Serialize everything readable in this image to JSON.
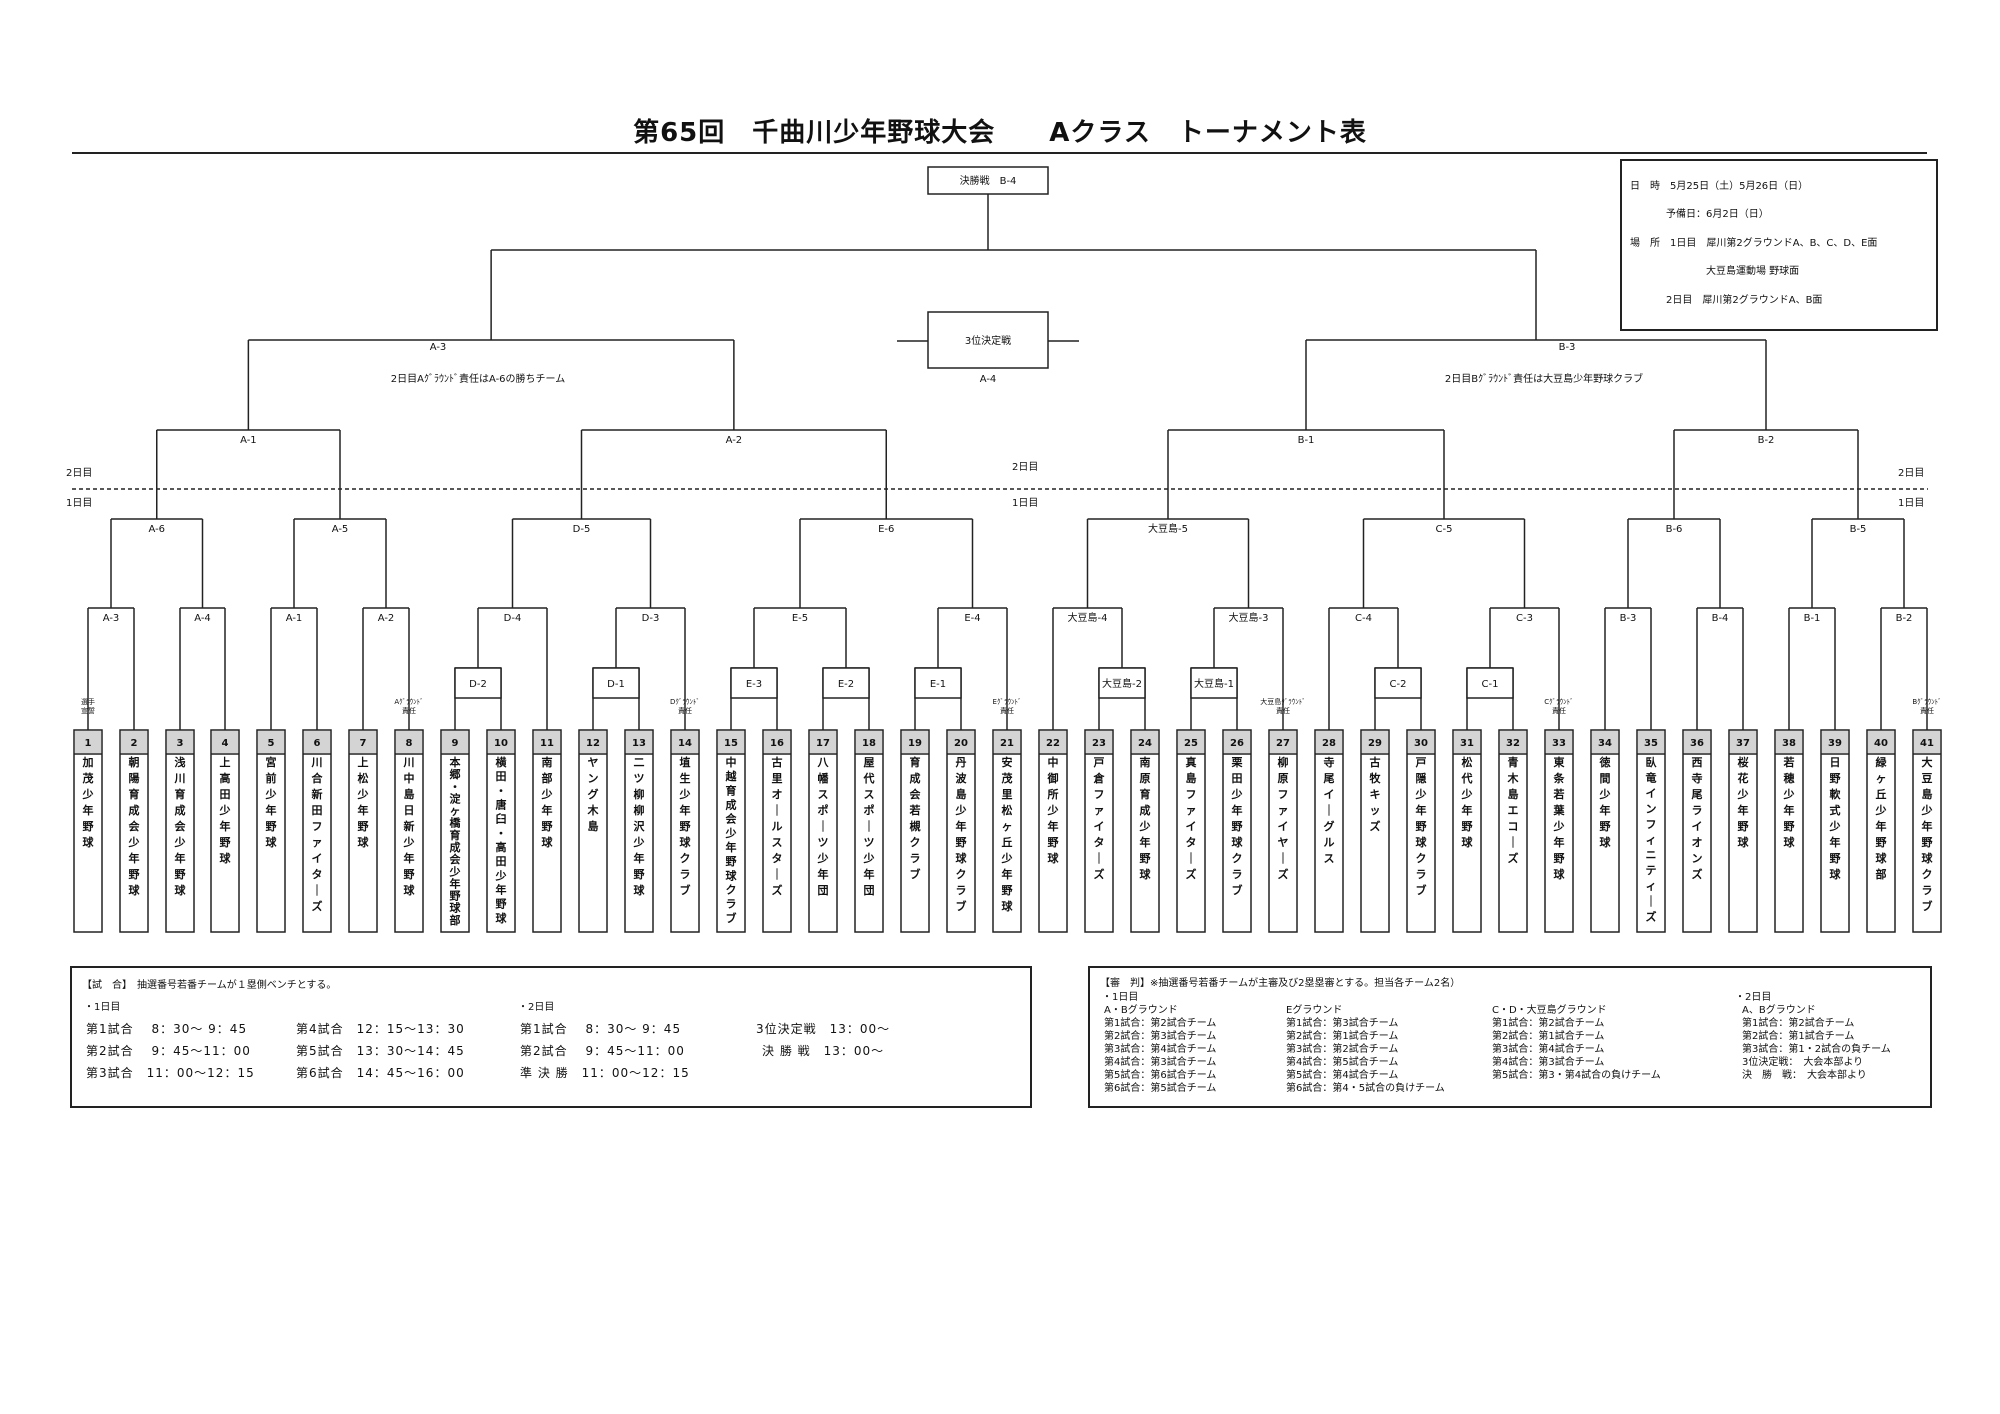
{
  "title": "第65回　千曲川少年野球大会　　Aクラス　トーナメント表",
  "final": {
    "label": "決勝戦　B-4"
  },
  "third": {
    "label": "3位決定戦",
    "code": "A-4"
  },
  "left_semi": {
    "code": "A-3",
    "note": "2日目Aｸﾞﾗｳﾝﾄﾞ責任はA-6の勝ちチーム"
  },
  "right_semi": {
    "code": "B-3",
    "note": "2日目Bｸﾞﾗｳﾝﾄﾞ責任は大豆島少年野球クラブ"
  },
  "day_labels": {
    "day2": "2日目",
    "day1": "1日目"
  },
  "info_box": {
    "line1": "日　時　5月25日（土）5月26日（日）",
    "line2": "予備日：6月2日（日）",
    "line3": "場　所　1日目　犀川第2グラウンドA、B、C、D、E面",
    "line4": "大豆島運動場 野球面",
    "line5": "2日目　犀川第2グラウンドA、B面"
  },
  "teams": [
    {
      "no": "1",
      "name": "加茂少年野球",
      "note": "選手宣誓"
    },
    {
      "no": "2",
      "name": "朝陽育成会少年野球"
    },
    {
      "no": "3",
      "name": "浅川育成会少年野球"
    },
    {
      "no": "4",
      "name": "上高田少年野球"
    },
    {
      "no": "5",
      "name": "宮前少年野球"
    },
    {
      "no": "6",
      "name": "川合新田ファイターズ"
    },
    {
      "no": "7",
      "name": "上松少年野球"
    },
    {
      "no": "8",
      "name": "川中島日新少年野球",
      "note": "Aｸﾞﾗｳﾝﾄﾞ責任"
    },
    {
      "no": "9",
      "name": "本郷・淀ヶ橋育成会少年野球部"
    },
    {
      "no": "10",
      "name": "横田・唐臼・高田少年野球"
    },
    {
      "no": "11",
      "name": "南部少年野球"
    },
    {
      "no": "12",
      "name": "ヤング木島"
    },
    {
      "no": "13",
      "name": "二ツ柳柳沢少年野球"
    },
    {
      "no": "14",
      "name": "埴生少年野球クラブ",
      "note": "Dｸﾞﾗｳﾝﾄﾞ責任"
    },
    {
      "no": "15",
      "name": "中越育成会少年野球クラブ"
    },
    {
      "no": "16",
      "name": "古里オールスターズ"
    },
    {
      "no": "17",
      "name": "八幡スポーツ少年団"
    },
    {
      "no": "18",
      "name": "屋代スポーツ少年団"
    },
    {
      "no": "19",
      "name": "育成会若槻クラブ"
    },
    {
      "no": "20",
      "name": "丹波島少年野球クラブ"
    },
    {
      "no": "21",
      "name": "安茂里松ヶ丘少年野球",
      "note": "Eｸﾞﾗｳﾝﾄﾞ責任"
    },
    {
      "no": "22",
      "name": "中御所少年野球"
    },
    {
      "no": "23",
      "name": "戸倉ファイターズ"
    },
    {
      "no": "24",
      "name": "南原育成少年野球"
    },
    {
      "no": "25",
      "name": "真島ファイターズ"
    },
    {
      "no": "26",
      "name": "栗田少年野球クラブ"
    },
    {
      "no": "27",
      "name": "柳原ファイヤーズ",
      "note": "大豆島ｸﾞﾗｳﾝﾄﾞ責任"
    },
    {
      "no": "28",
      "name": "寺尾イーグルス"
    },
    {
      "no": "29",
      "name": "古牧キッズ"
    },
    {
      "no": "30",
      "name": "戸隠少年野球クラブ"
    },
    {
      "no": "31",
      "name": "松代少年野球"
    },
    {
      "no": "32",
      "name": "青木島エコーズ"
    },
    {
      "no": "33",
      "name": "東条若葉少年野球",
      "note": "Cｸﾞﾗｳﾝﾄﾞ責任"
    },
    {
      "no": "34",
      "name": "徳間少年野球"
    },
    {
      "no": "35",
      "name": "臥竜インフィニティーズ"
    },
    {
      "no": "36",
      "name": "西寺尾ライオンズ"
    },
    {
      "no": "37",
      "name": "桜花少年野球"
    },
    {
      "no": "38",
      "name": "若穂少年野球"
    },
    {
      "no": "39",
      "name": "日野軟式少年野球"
    },
    {
      "no": "40",
      "name": "緑ヶ丘少年野球部"
    },
    {
      "no": "41",
      "name": "大豆島少年野球クラブ",
      "note": "Bｸﾞﾗｳﾝﾄﾞ責任"
    }
  ],
  "schedule": {
    "heading": "【試　合】　抽選番号若番チームが１塁側ベンチとする。",
    "day1": "・1日目",
    "day2": "・2日目",
    "d1_c1": [
      "第1試合　 8：30～ 9：45",
      "第2試合　 9：45～11：00",
      "第3試合　11：00～12：15"
    ],
    "d1_c2": [
      "第4試合　12：15～13：30",
      "第5試合　13：30～14：45",
      "第6試合　14：45～16：00"
    ],
    "d2_c1": [
      "第1試合　 8：30～ 9：45",
      "第2試合　 9：45～11：00",
      "準 決 勝　11：00～12：15"
    ],
    "d2_c2": [
      "3位決定戦　13：00～",
      "決 勝 戦　13：00～"
    ]
  },
  "umpire": {
    "heading": "【審　判】※抽選番号若番チームが主審及び2塁塁審とする。担当各チーム2名）",
    "day1": "・1日目",
    "day2": "・2日目",
    "col1": [
      "A・Bグラウンド",
      "第1試合：第2試合チーム",
      "第2試合：第3試合チーム",
      "第3試合：第4試合チーム",
      "第4試合：第3試合チーム",
      "第5試合：第6試合チーム",
      "第6試合：第5試合チーム"
    ],
    "col2": [
      "Eグラウンド",
      "第1試合：第3試合チーム",
      "第2試合：第1試合チーム",
      "第3試合：第2試合チーム",
      "第4試合：第5試合チーム",
      "第5試合：第4試合チーム",
      "第6試合：第4・5試合の負けチーム"
    ],
    "col3": [
      "C・D・大豆島グラウンド",
      "第1試合：第2試合チーム",
      "第2試合：第1試合チーム",
      "第3試合：第4試合チーム",
      "第4試合：第3試合チーム",
      "第5試合：第3・第4試合の負けチーム"
    ],
    "col4": [
      "A、Bグラウンド",
      "第1試合：第2試合チーム",
      "第2試合：第1試合チーム",
      "第3試合：第1・2試合の負チーム",
      "3位決定戦：　大会本部より",
      "決　勝　戦：　大会本部より"
    ]
  }
}
